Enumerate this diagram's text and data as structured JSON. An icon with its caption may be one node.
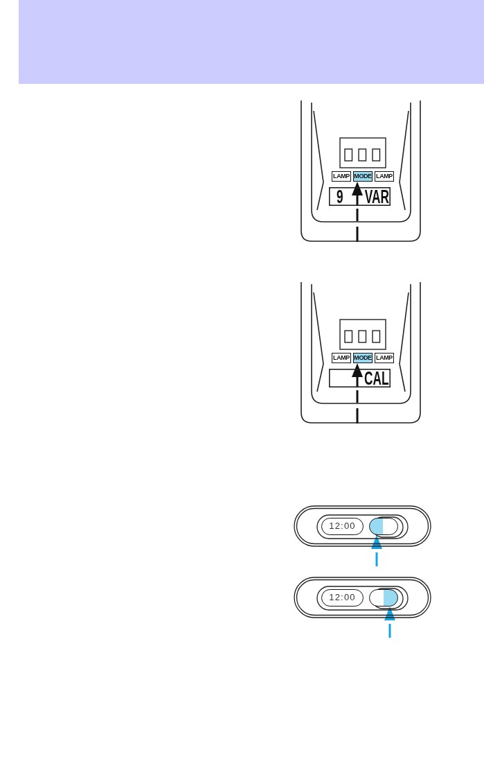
{
  "diagram": {
    "nodes": [
      {
        "text": [],
        "shape": "box"
      },
      {
        "text": [
          "LAMP"
        ],
        "in": 0
      },
      {
        "text": [
          "MODE"
        ],
        "in": 0
      },
      {
        "text": [
          "LAMP"
        ],
        "in": 0
      },
      {
        "text": [],
        "shape": "box"
      },
      {
        "text": [
          "LAMP"
        ],
        "in": 4
      },
      {
        "text": [
          "MODE"
        ],
        "in": 4
      },
      {
        "text": [
          "LAMP"
        ],
        "in": 4
      },
      {
        "text": [],
        "shape": "pill"
      },
      {
        "text": [
          "12:00"
        ],
        "in": 8
      },
      {
        "text": [],
        "shape": "pill",
        "in": 8
      },
      {
        "text": [],
        "shape": "pill"
      },
      {
        "text": [
          "12:00"
        ],
        "in": 11
      },
      {
        "text": [],
        "shape": "pill",
        "in": 11
      }
    ],
    "edges": [
      {
        "from": 0,
        "to": 2,
        "arrow": "to",
        "style": "dashed"
      },
      {
        "from": 4,
        "to": 6,
        "arrow": "to",
        "style": "dashed"
      },
      {
        "from": null,
        "to": 10,
        "arrow": "to",
        "style": "dashed",
        "color": "#12a5e5"
      },
      {
        "from": null,
        "to": 13,
        "arrow": "to",
        "style": "dashed",
        "color": "#12a5e5"
      }
    ],
    "labels": [
      "9",
      "VAR",
      "CAL"
    ]
  }
}
